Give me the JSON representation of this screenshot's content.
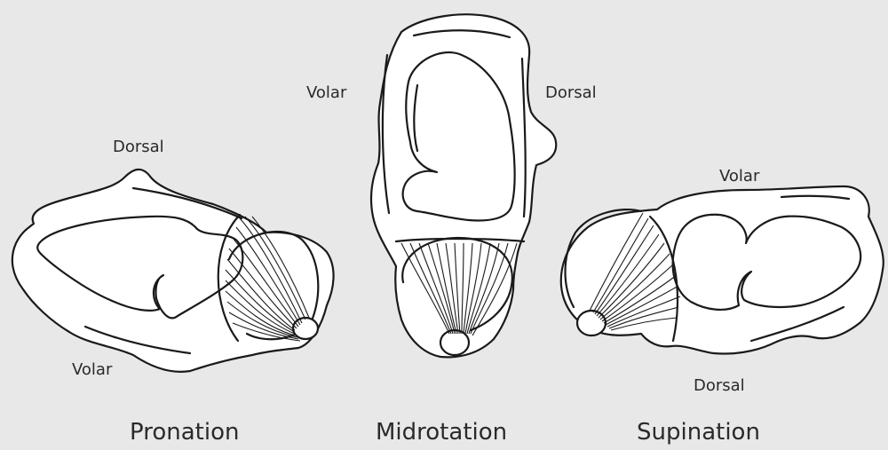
{
  "labels": {
    "pronation": {
      "dorsal": "Dorsal",
      "volar": "Volar",
      "caption": "Pronation"
    },
    "midrotation": {
      "volar": "Volar",
      "dorsal": "Dorsal",
      "caption": "Midrotation"
    },
    "supination": {
      "volar": "Volar",
      "dorsal": "Dorsal",
      "caption": "Supination"
    }
  }
}
